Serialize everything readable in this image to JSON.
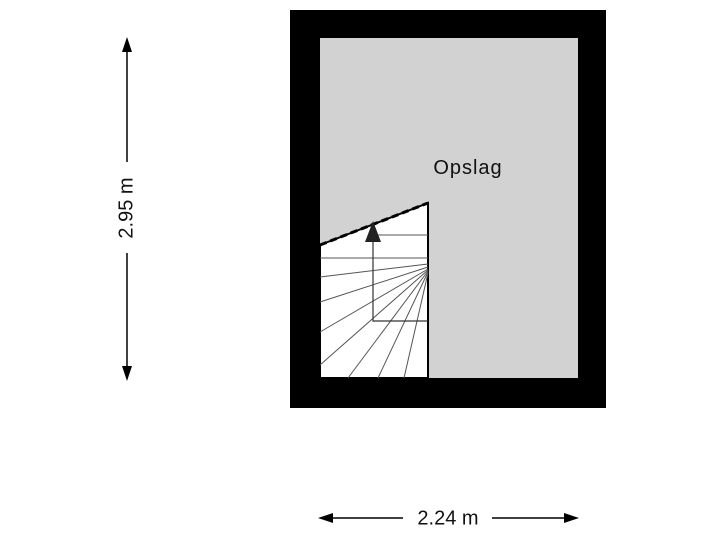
{
  "room": {
    "name": "Opslag",
    "floor_color": "#d2d2d2",
    "wall_color": "#000000"
  },
  "dimensions": {
    "height_label": "2.95 m",
    "width_label": "2.24 m"
  }
}
